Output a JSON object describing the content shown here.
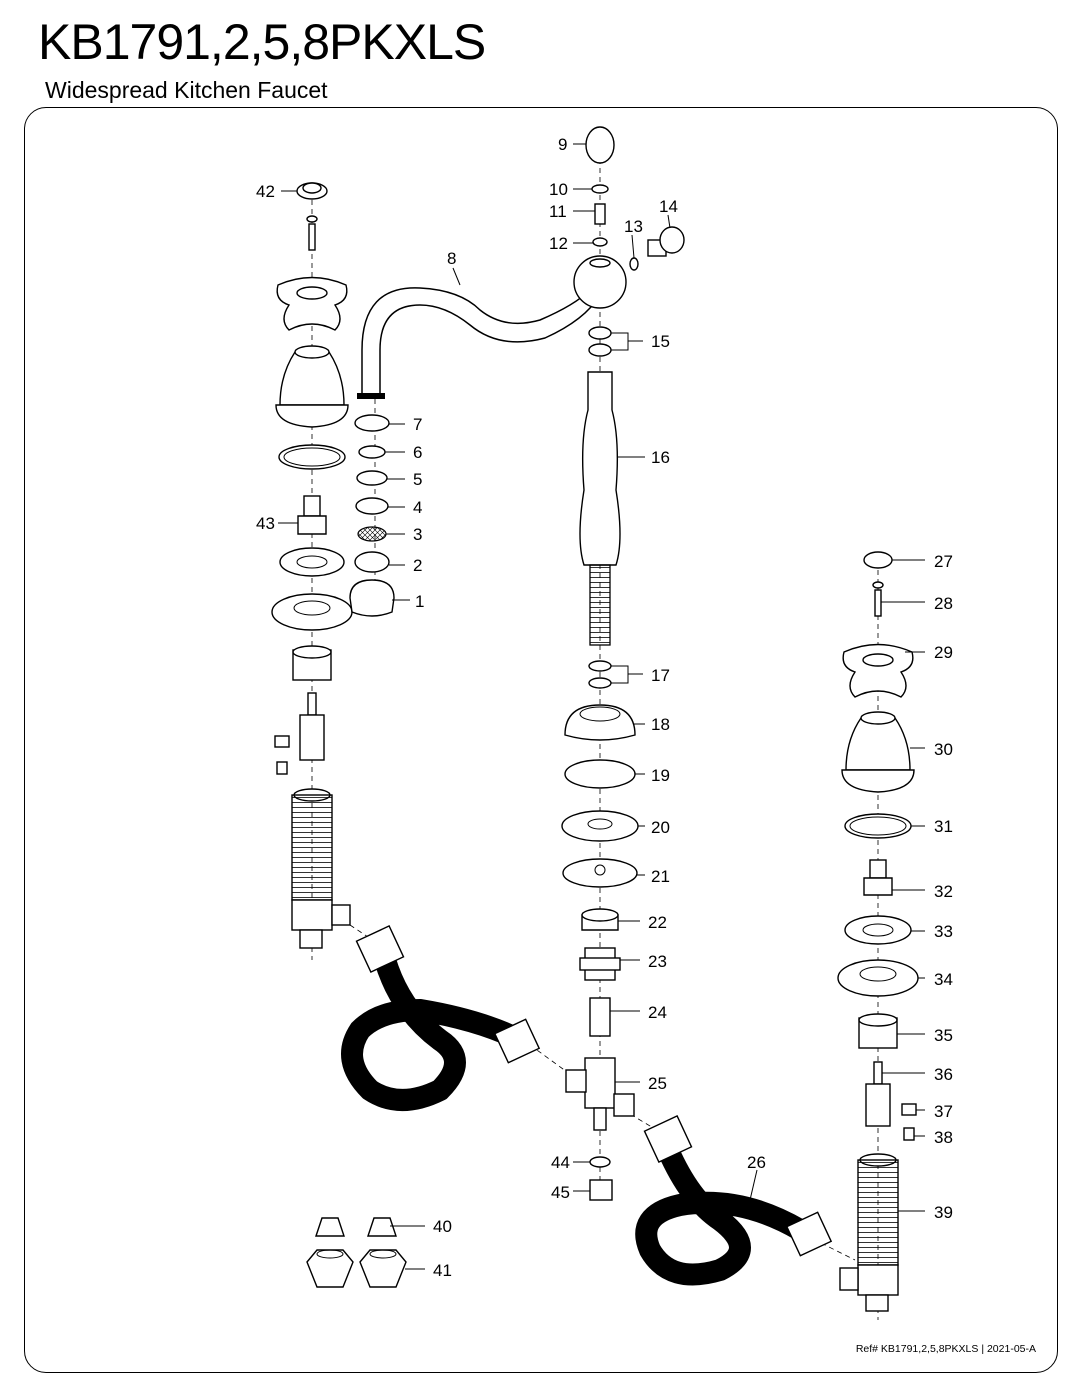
{
  "header": {
    "model": "KB1791,2,5,8PKXLS",
    "description": "Widespread Kitchen Faucet"
  },
  "footer": {
    "ref": "Ref# KB1791,2,5,8PKXLS | 2021-05-A"
  },
  "parts": [
    "1",
    "2",
    "3",
    "4",
    "5",
    "6",
    "7",
    "8",
    "9",
    "10",
    "11",
    "12",
    "13",
    "14",
    "15",
    "16",
    "17",
    "18",
    "19",
    "20",
    "21",
    "22",
    "23",
    "24",
    "25",
    "26",
    "27",
    "28",
    "29",
    "30",
    "31",
    "32",
    "33",
    "34",
    "35",
    "36",
    "37",
    "38",
    "39",
    "40",
    "41",
    "42",
    "43",
    "44",
    "45"
  ]
}
